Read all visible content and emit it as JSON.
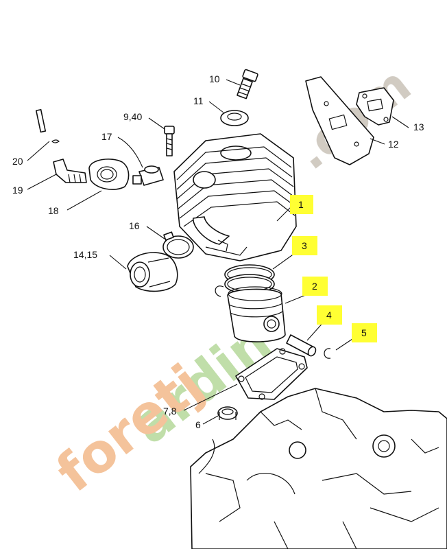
{
  "watermark": {
    "text_orange": "foretj",
    "text_green": "ardin",
    "tld": ".com",
    "color_green": "#b5d89a",
    "color_orange": "#f2b98a",
    "color_tld": "#c9c2b8"
  },
  "highlight_color": "#ffff33",
  "callouts": {
    "c1": "1",
    "c2": "2",
    "c3": "3",
    "c4": "4",
    "c5": "5",
    "c6": "6",
    "c78": "7,8",
    "c9": "9,40",
    "c10": "10",
    "c11": "11",
    "c12": "12",
    "c13": "13",
    "c1415": "14,15",
    "c16": "16",
    "c17": "17",
    "c18": "18",
    "c19": "19",
    "c20": "20"
  }
}
